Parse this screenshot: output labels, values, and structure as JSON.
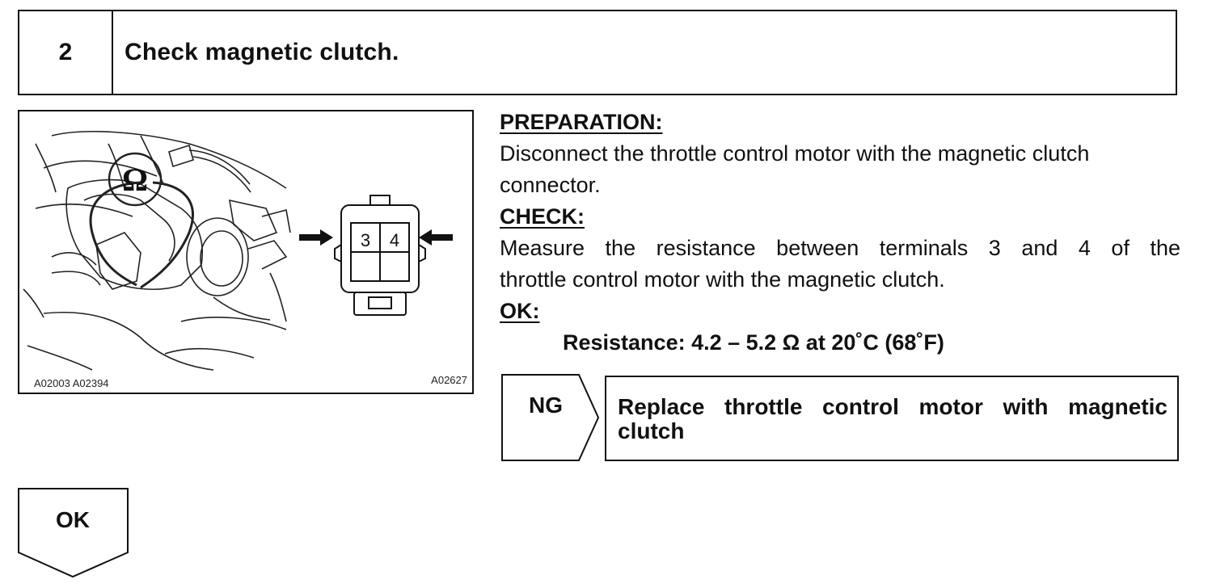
{
  "step": {
    "number": "2",
    "title": "Check magnetic clutch."
  },
  "illustration": {
    "codes_left": "A02003 A02394",
    "code_right": "A02627",
    "ohm_symbol": "Ω",
    "terminal_a": "3",
    "terminal_b": "4"
  },
  "instructions": {
    "preparation_heading": "PREPARATION:",
    "preparation_text_line1": "Disconnect the throttle control motor with the magnetic clutch",
    "preparation_text_line2": "connector.",
    "check_heading": "CHECK:",
    "check_text_line1": "Measure the resistance between terminals 3 and 4 of the",
    "check_text_line2": "throttle control motor with the magnetic clutch.",
    "ok_heading": "OK:",
    "spec": "Resistance: 4.2 – 5.2 Ω at 20˚C (68˚F)"
  },
  "ng_branch": {
    "label": "NG",
    "action": "Replace throttle control motor with magnetic clutch"
  },
  "ok_branch": {
    "label": "OK"
  }
}
